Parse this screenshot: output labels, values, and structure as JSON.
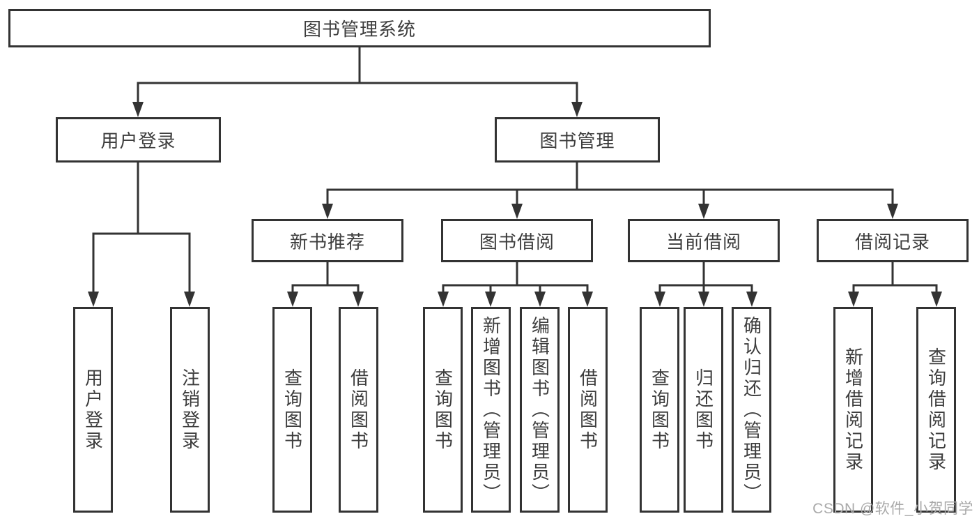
{
  "colors": {
    "line": "#333333",
    "text": "#3d3d3d",
    "background": "#ffffff",
    "watermark": "#a9a9a9"
  },
  "watermark": "CSDN @软件_小贺同学",
  "tree": {
    "label": "图书管理系统",
    "children": [
      {
        "label": "用户登录",
        "children": [
          {
            "label": "用户登录"
          },
          {
            "label": "注销登录"
          }
        ]
      },
      {
        "label": "图书管理",
        "children": [
          {
            "label": "新书推荐",
            "children": [
              {
                "label": "查询图书"
              },
              {
                "label": "借阅图书"
              }
            ]
          },
          {
            "label": "图书借阅",
            "children": [
              {
                "label": "查询图书"
              },
              {
                "label": "新增图书（管理员）"
              },
              {
                "label": "编辑图书（管理员）"
              },
              {
                "label": "借阅图书"
              }
            ]
          },
          {
            "label": "当前借阅",
            "children": [
              {
                "label": "查询图书"
              },
              {
                "label": "归还图书"
              },
              {
                "label": "确认归还（管理员）"
              }
            ]
          },
          {
            "label": "借阅记录",
            "children": [
              {
                "label": "新增借阅记录"
              },
              {
                "label": "查询借阅记录"
              }
            ]
          }
        ]
      }
    ]
  }
}
